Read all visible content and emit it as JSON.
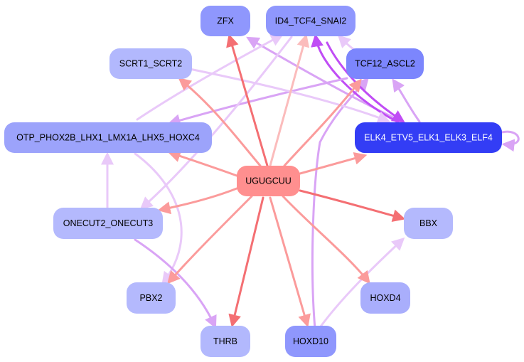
{
  "nodes": {
    "center": {
      "label": "UGUGCUU",
      "fill": "#ff8f8f",
      "text": "#000000"
    },
    "zfx": {
      "label": "ZFX",
      "fill": "#8f97fd",
      "text": "#000000"
    },
    "id4": {
      "label": "ID4_TCF4_SNAI2",
      "fill": "#8f97fd",
      "text": "#000000"
    },
    "scrt": {
      "label": "SCRT1_SCRT2",
      "fill": "#b2b8fd",
      "text": "#000000"
    },
    "tcf12": {
      "label": "TCF12_ASCL2",
      "fill": "#7c86fd",
      "text": "#000000"
    },
    "otp": {
      "label": "OTP_PHOX2B_LHX1_LMX1A_LHX5_HOXC4",
      "fill": "#9ca3fb",
      "text": "#000000"
    },
    "elk": {
      "label": "ELK4_ETV5_ELK1_ELK3_ELF4",
      "fill": "#333df5",
      "text": "#ffffff"
    },
    "onecut": {
      "label": "ONECUT2_ONECUT3",
      "fill": "#b4b9fd",
      "text": "#000000"
    },
    "bbx": {
      "label": "BBX",
      "fill": "#b4b9fd",
      "text": "#000000"
    },
    "pbx2": {
      "label": "PBX2",
      "fill": "#b4b9fd",
      "text": "#000000"
    },
    "hoxd4": {
      "label": "HOXD4",
      "fill": "#a9aefc",
      "text": "#000000"
    },
    "thrb": {
      "label": "THRB",
      "fill": "#b2b8fd",
      "text": "#000000"
    },
    "hoxd10": {
      "label": "HOXD10",
      "fill": "#8f97fd",
      "text": "#000000"
    }
  },
  "colors": {
    "edge_red_strong": "#f46f73",
    "edge_red_mid": "#fb9b9b",
    "edge_red_light": "#fbbcbc",
    "edge_purple_strong": "#c04df5",
    "edge_purple_mid": "#d9a4f5",
    "edge_purple_light": "#e9c9f9"
  }
}
